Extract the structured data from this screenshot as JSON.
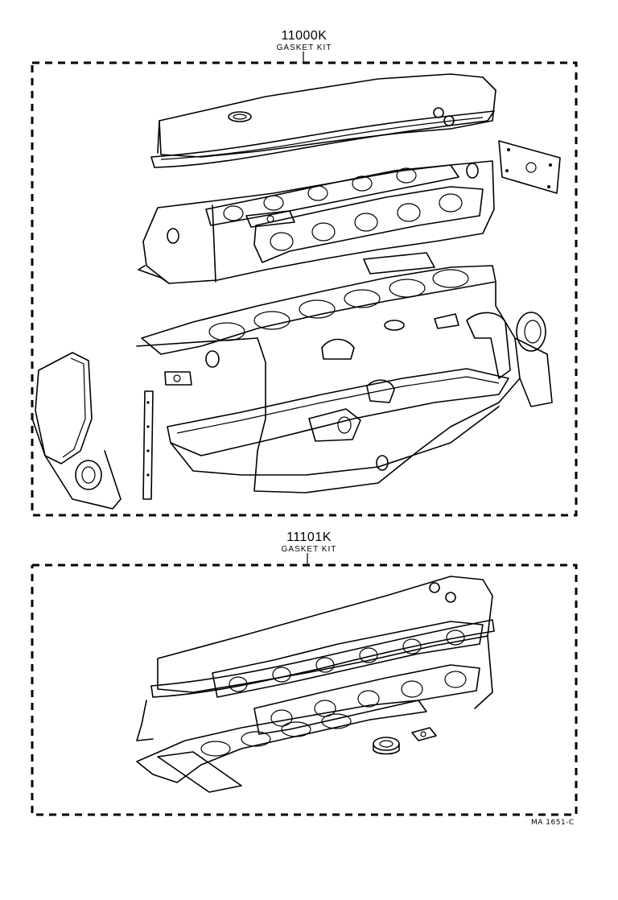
{
  "kits": [
    {
      "part_number": "11000K",
      "name": "GASKET KIT"
    },
    {
      "part_number": "11101K",
      "name": "GASKET KIT"
    }
  ],
  "diagram_code": "MA 1651-C",
  "icons": [
    "engine-gasket-set-illustration",
    "cylinder-head-gasket-set-illustration"
  ]
}
